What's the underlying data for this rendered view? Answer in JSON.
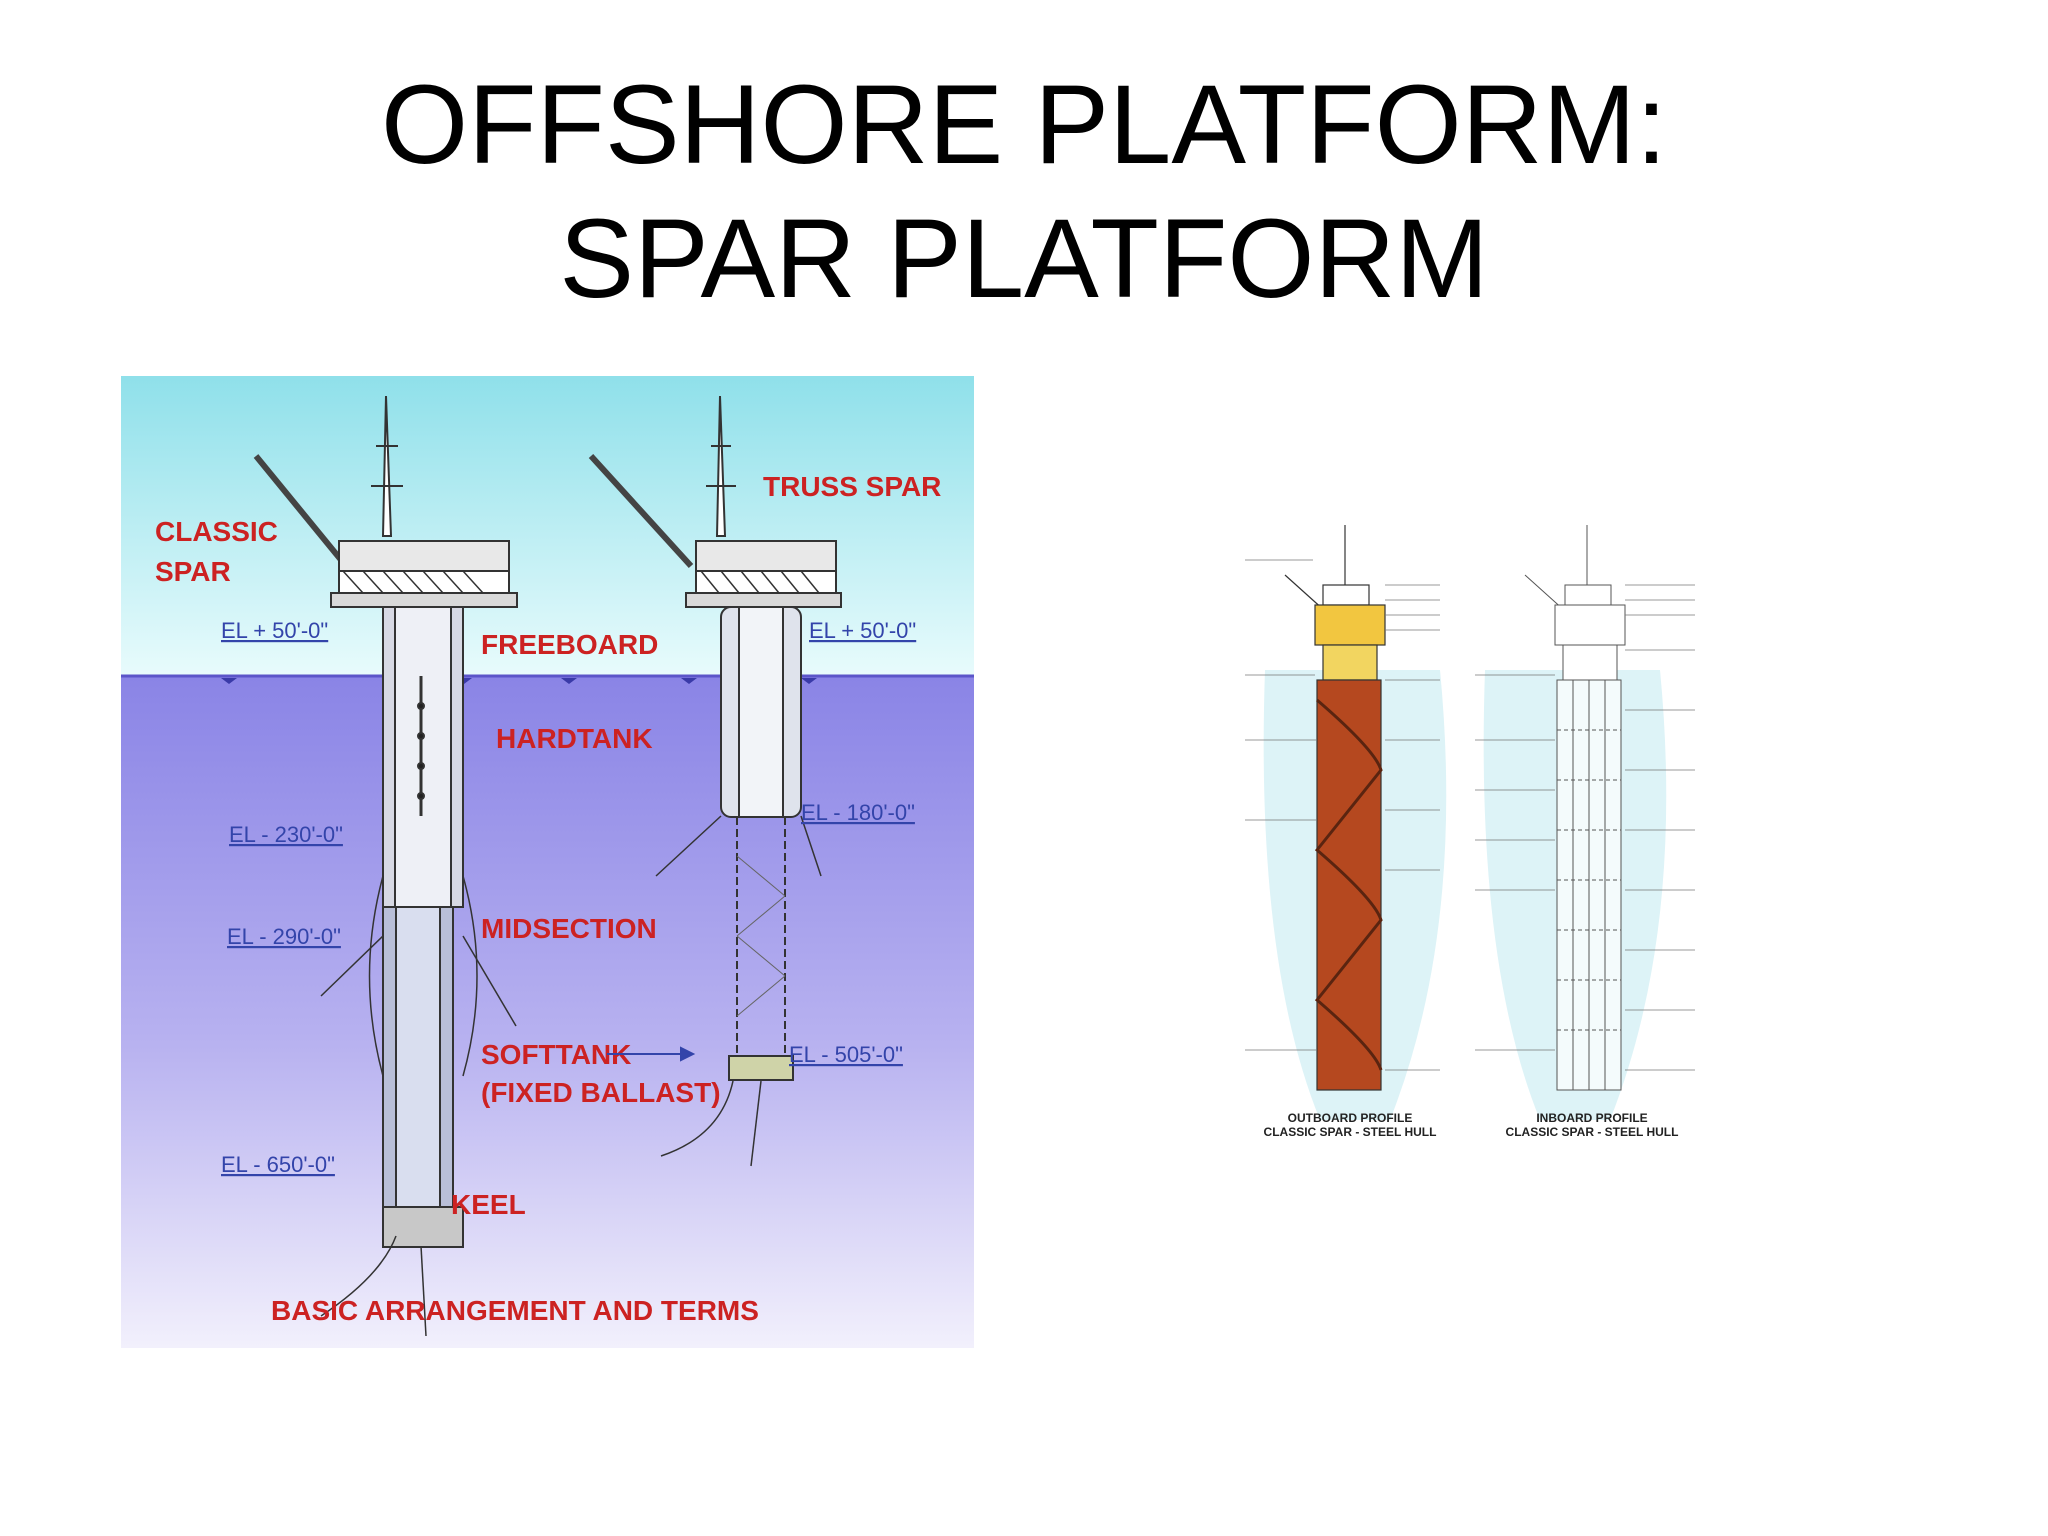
{
  "slide": {
    "title_line1": "OFFSHORE PLATFORM:",
    "title_line2": "SPAR PLATFORM"
  },
  "left_figure": {
    "label_classic_spar_1": "CLASSIC",
    "label_classic_spar_2": "SPAR",
    "label_truss_spar": "TRUSS SPAR",
    "label_freeboard": "FREEBOARD",
    "label_hardtank": "HARDTANK",
    "label_midsection": "MIDSECTION",
    "label_softtank_1": "SOFTTANK",
    "label_softtank_2": "(FIXED BALLAST)",
    "label_keel": "KEEL",
    "caption": "BASIC ARRANGEMENT AND TERMS",
    "el_classic_top": "EL + 50'-0\"",
    "el_classic_230": "EL - 230'-0\"",
    "el_classic_290": "EL - 290'-0\"",
    "el_classic_650": "EL - 650'-0\"",
    "el_truss_top": "EL + 50'-0\"",
    "el_truss_180": "EL - 180'-0\"",
    "el_truss_505": "EL - 505'-0\"",
    "colors": {
      "sky": "#aeeaf0",
      "sea_top": "#8c86e8",
      "sea_bottom": "#ece8fb",
      "label_red": "#cc2222",
      "label_blue": "#3344aa"
    }
  },
  "right_figure": {
    "caption_outboard_1": "OUTBOARD PROFILE",
    "caption_outboard_2": "CLASSIC SPAR - STEEL HULL",
    "caption_inboard_1": "INBOARD PROFILE",
    "caption_inboard_2": "CLASSIC SPAR - STEEL HULL",
    "colors": {
      "hull": "#b5481f",
      "topsides": "#f2c640",
      "water": "#ddf3f7"
    }
  }
}
